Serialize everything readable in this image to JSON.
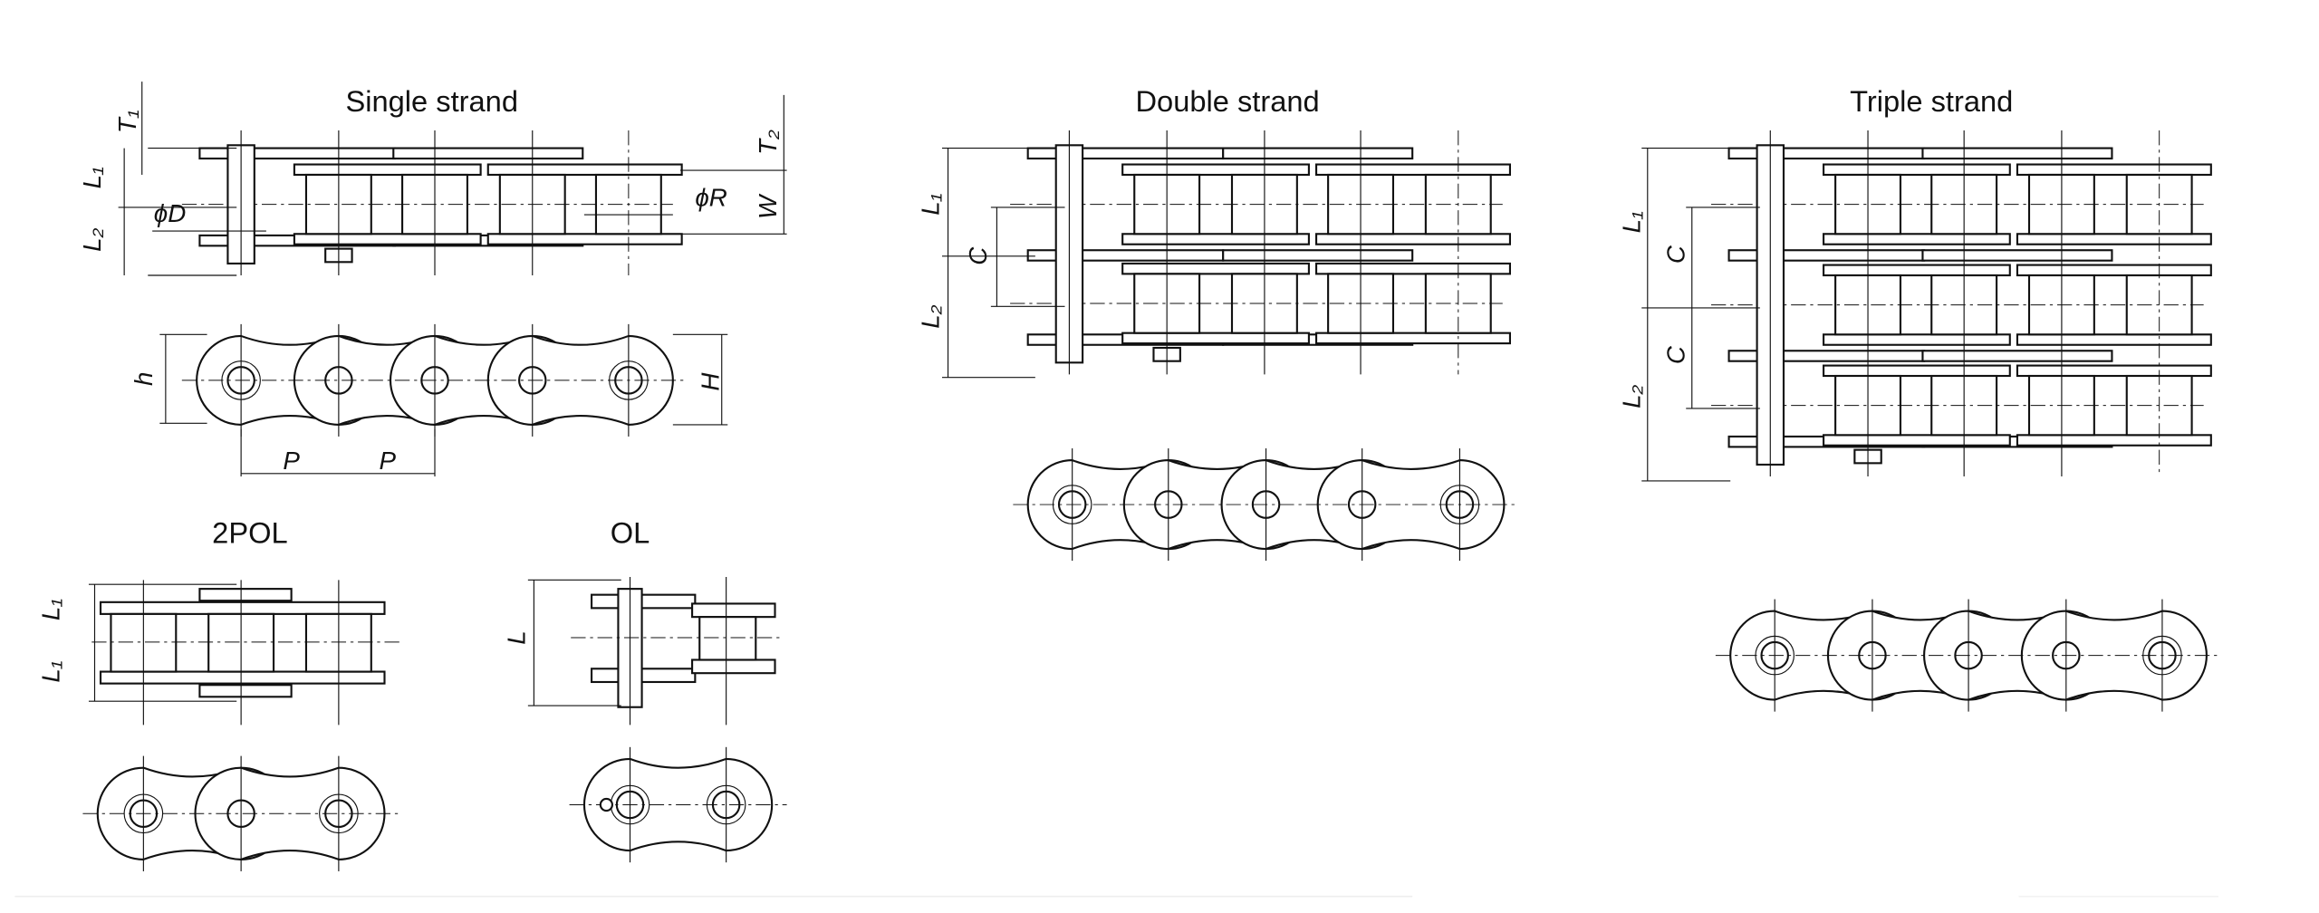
{
  "titles": {
    "single": "Single strand",
    "double": "Double strand",
    "triple": "Triple strand",
    "pol2": "2POL",
    "ol": "OL"
  },
  "single_labels": {
    "T1": "T₁",
    "L1": "L₁",
    "L2": "L₂",
    "phiD": "ϕD",
    "phiR": "ϕR",
    "W": "W",
    "T2": "T₂",
    "h": "h",
    "H": "H",
    "P1": "P",
    "P2": "P"
  },
  "double_labels": {
    "L1": "L₁",
    "C": "C",
    "L2": "L₂"
  },
  "triple_labels": {
    "L1": "L₁",
    "C1": "C",
    "C2": "C",
    "L2": "L₂"
  },
  "pol2_labels": {
    "L1a": "L₁",
    "L1b": "L₁"
  },
  "ol_labels": {
    "L": "L"
  },
  "colors": {
    "line": "#111111",
    "background": "#ffffff",
    "rule": "#eeeeee"
  }
}
